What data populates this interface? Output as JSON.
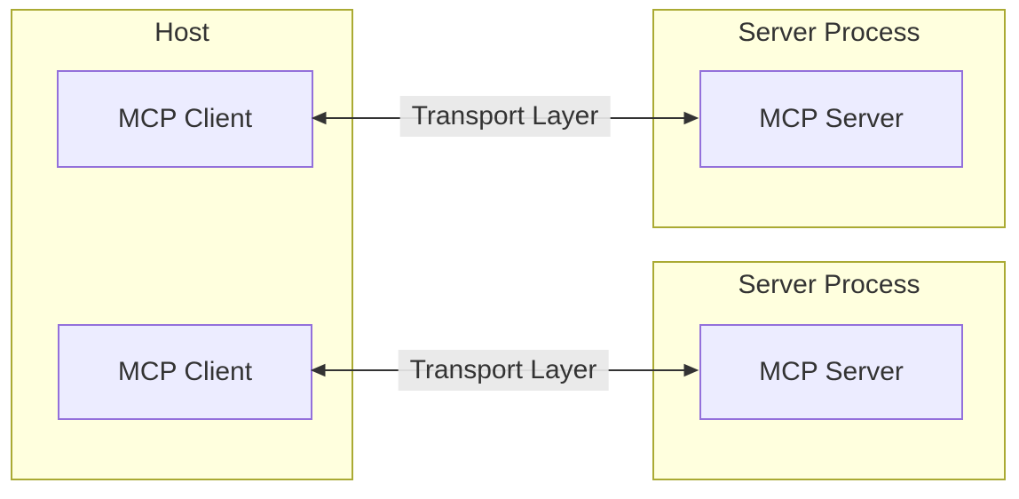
{
  "diagram": {
    "type": "flowchart",
    "host": {
      "title": "Host",
      "clients": [
        {
          "label": "MCP Client"
        },
        {
          "label": "MCP Client"
        }
      ]
    },
    "server_processes": [
      {
        "title": "Server Process",
        "server": {
          "label": "MCP Server"
        }
      },
      {
        "title": "Server Process",
        "server": {
          "label": "MCP Server"
        }
      }
    ],
    "edges": [
      {
        "label": "Transport Layer",
        "direction": "bidirectional",
        "from": "MCP Client",
        "to": "MCP Server"
      },
      {
        "label": "Transport Layer",
        "direction": "bidirectional",
        "from": "MCP Client",
        "to": "MCP Server"
      }
    ],
    "colors": {
      "canvas_bg": "#ffffff",
      "group_fill": "#ffffde",
      "group_border": "#aaaa33",
      "node_fill": "#ececff",
      "node_border": "#9370db",
      "edge_label_bg": "#e8e8e8",
      "line": "#333333",
      "text": "#333333"
    }
  }
}
